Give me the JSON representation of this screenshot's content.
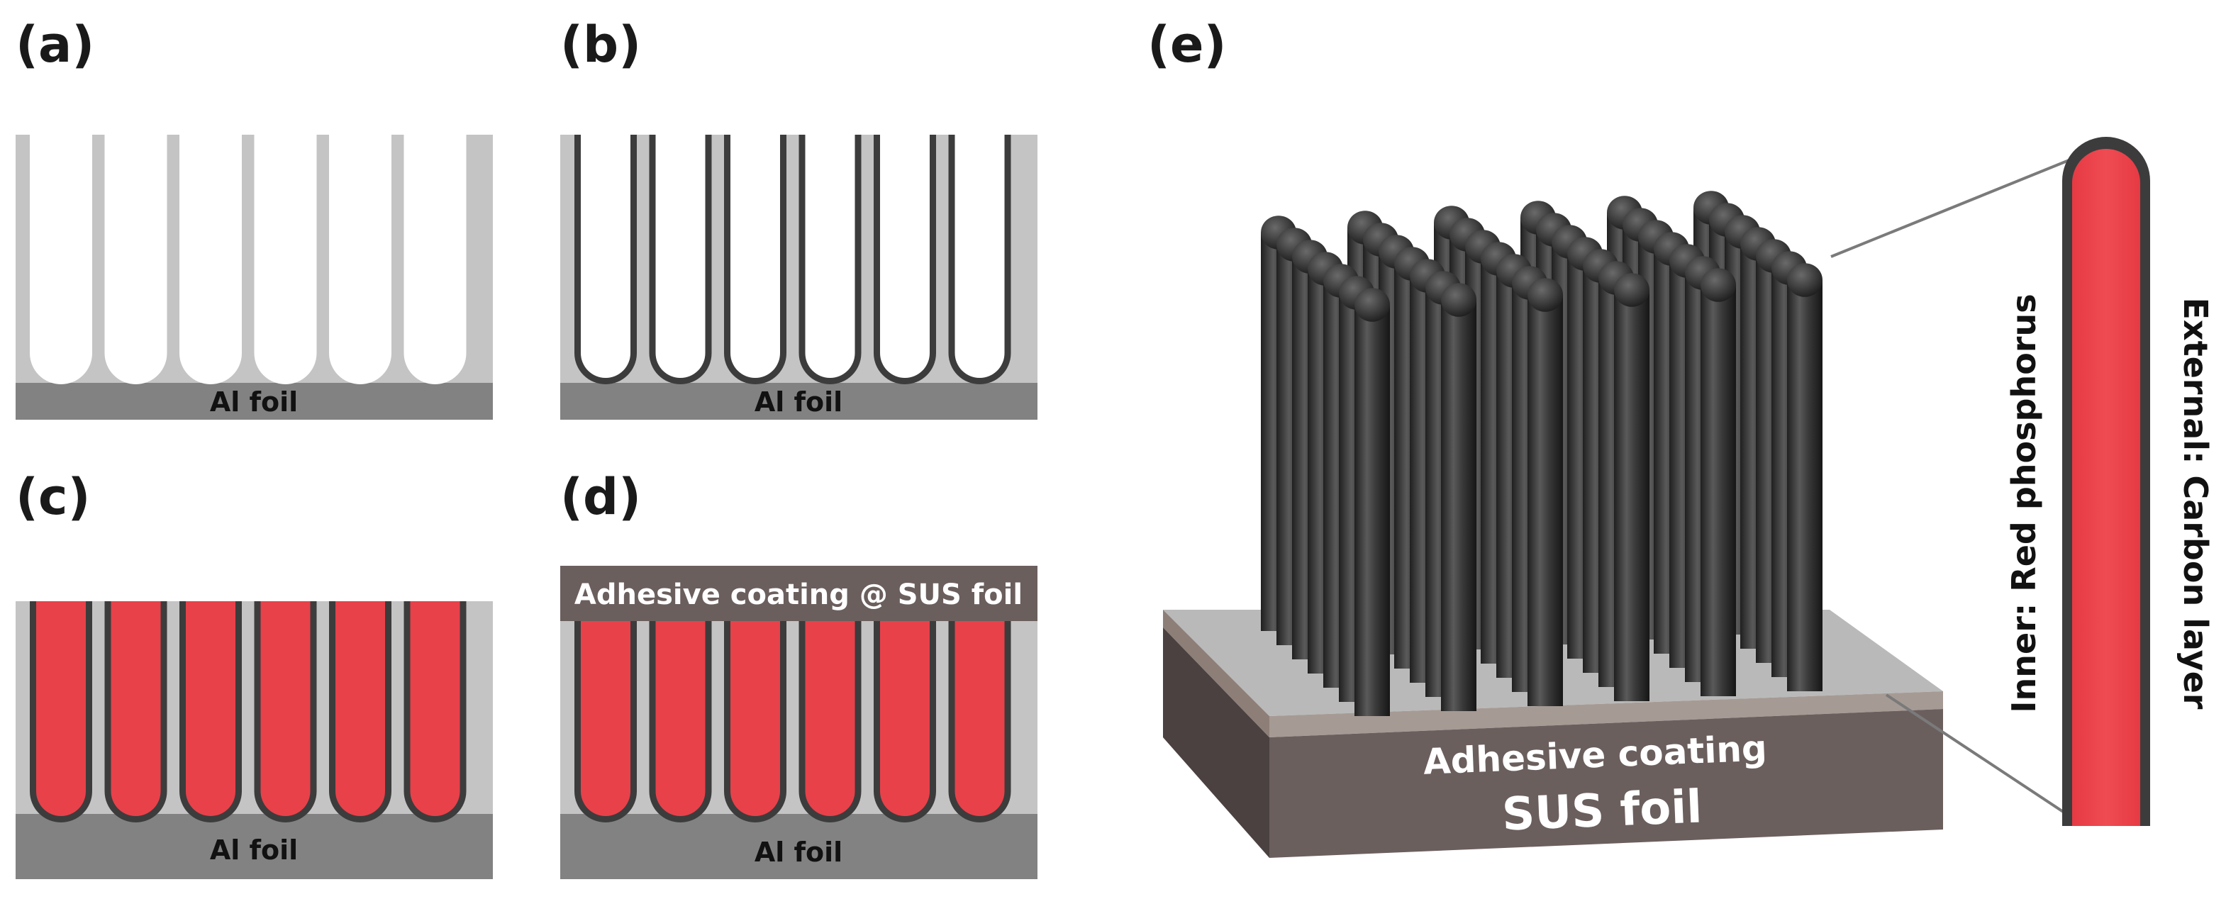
{
  "panels": {
    "a": {
      "label": "(a)",
      "foil_label": "Al foil"
    },
    "b": {
      "label": "(b)",
      "foil_label": "Al foil"
    },
    "c": {
      "label": "(c)",
      "foil_label": "Al foil"
    },
    "d": {
      "label": "(d)",
      "foil_label": "Al foil",
      "top_label": "Adhesive coating @ SUS foil"
    },
    "e": {
      "label": "(e)",
      "coating_label": "Adhesive coating",
      "substrate_label": "SUS foil",
      "inner_label": "Inner: Red phosphorus",
      "external_label": "External: Carbon layer"
    }
  },
  "colors": {
    "alumina": "#c4c4c4",
    "al_foil": "#828282",
    "carbon": "#3c3c3c",
    "red_phosphorus": "#e8414a",
    "sus_foil": "#6b5f5e",
    "adhesive": "#b8b8b8"
  }
}
